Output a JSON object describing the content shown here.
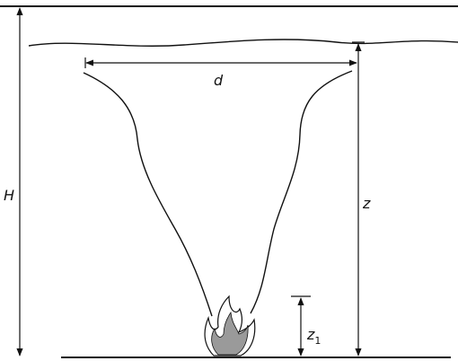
{
  "labels": {
    "height": "H",
    "width": "d",
    "elevation": "z",
    "flame_height_main": "z",
    "flame_height_sub": "1"
  },
  "colors": {
    "line": "#111111",
    "flame_outer": "#ffffff",
    "flame_inner": "#9a9a9a"
  }
}
